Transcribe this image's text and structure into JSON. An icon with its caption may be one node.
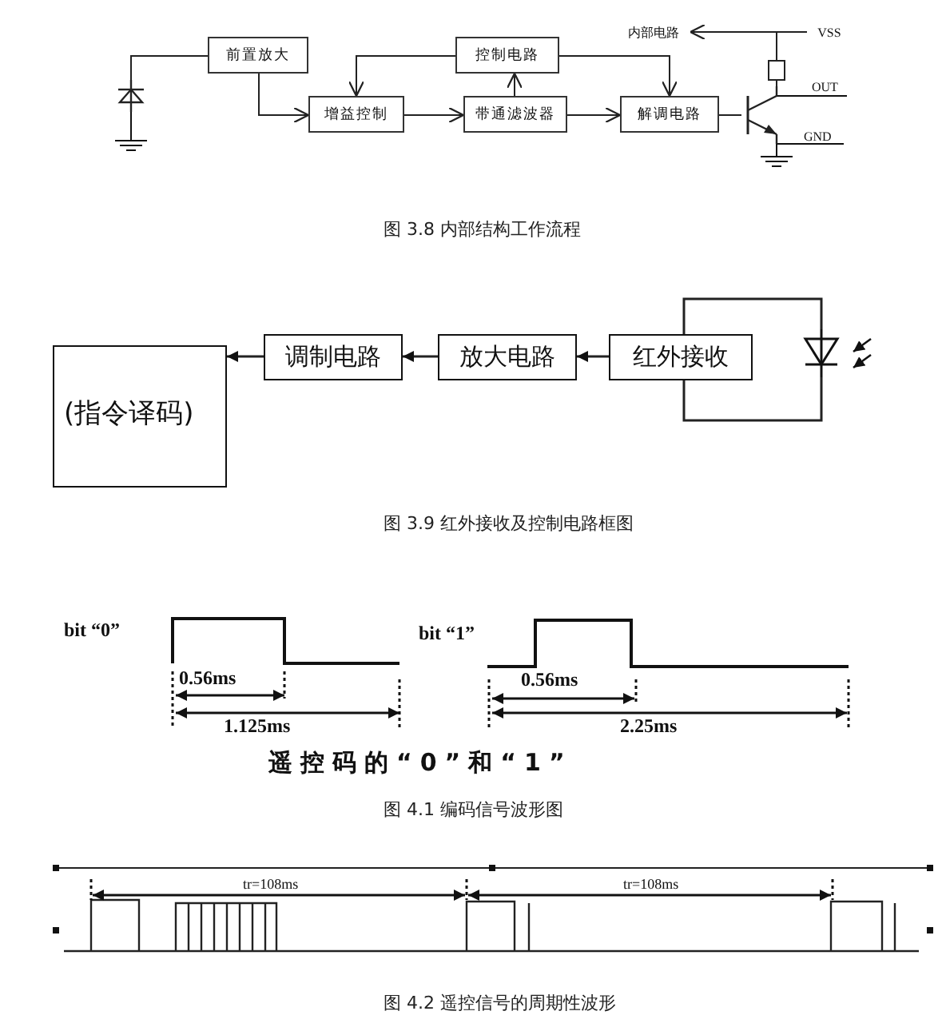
{
  "diagram": {
    "nodes": [
      {
        "text": [
          "前置放大"
        ]
      },
      {
        "text": [
          "控制电路"
        ]
      },
      {
        "text": [
          "增益控制"
        ]
      },
      {
        "text": [
          "带通滤波器"
        ]
      },
      {
        "text": [
          "解调电路"
        ]
      },
      {
        "text": [],
        "shape": "diode"
      },
      {
        "text": [],
        "shape": "transistor"
      },
      {
        "text": [
          "内部电路"
        ]
      },
      {
        "text": [
          "VSS"
        ]
      },
      {
        "text": [
          "(指令译码)"
        ]
      },
      {
        "text": [
          "调制电路"
        ]
      },
      {
        "text": [
          "放大电路"
        ]
      },
      {
        "text": [
          "红外接收"
        ]
      },
      {
        "text": [],
        "shape": "diode"
      }
    ],
    "edges": [
      {
        "from": 5,
        "to": 0,
        "arrow": "none"
      },
      {
        "from": 0,
        "to": 2,
        "arrow": "to"
      },
      {
        "from": 2,
        "to": 3,
        "arrow": "to"
      },
      {
        "from": 3,
        "to": 1,
        "arrow": "to"
      },
      {
        "from": 1,
        "to": 2,
        "arrow": "to"
      },
      {
        "from": 1,
        "to": 4,
        "arrow": "to"
      },
      {
        "from": 3,
        "to": 4,
        "arrow": "to"
      },
      {
        "from": 4,
        "to": 6,
        "arrow": "none"
      },
      {
        "from": 8,
        "to": 7,
        "arrow": "to"
      },
      {
        "from": 6,
        "to": 8,
        "arrow": "none"
      },
      {
        "from": 10,
        "to": 9,
        "arrow": "to"
      },
      {
        "from": 11,
        "to": 10,
        "arrow": "to"
      },
      {
        "from": 12,
        "to": 11,
        "arrow": "to"
      },
      {
        "from": 12,
        "to": 13,
        "arrow": "none"
      },
      {
        "from": 13,
        "to": 12,
        "arrow": "none"
      }
    ],
    "labels": [
      "OUT",
      "GND",
      "图 3.8 内部结构工作流程",
      "图 3.9 红外接收及控制电路框图",
      "bit “0”",
      "bit “1”",
      "0.56ms",
      "1.125ms",
      "0.56ms",
      "2.25ms",
      "遥控码的“0”和“1”",
      "图 4.1 编码信号波形图",
      "tr=108ms",
      "tr=108ms",
      "图 4.2 遥控信号的周期性波形"
    ]
  }
}
